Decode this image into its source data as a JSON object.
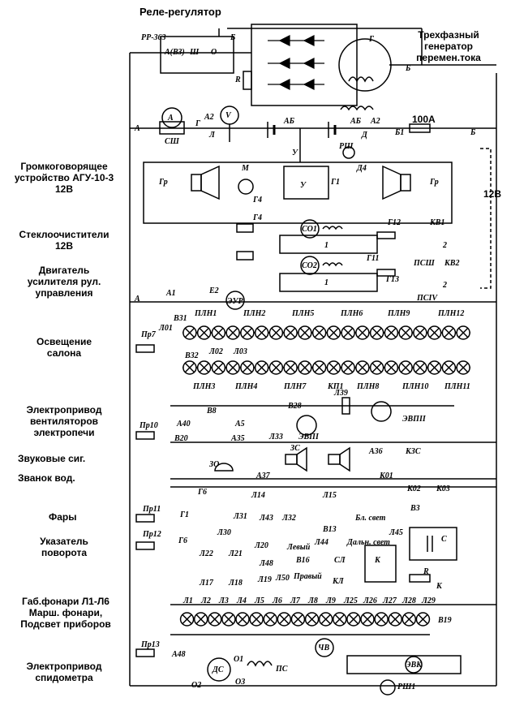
{
  "labels": {
    "rele_regulator": "Реле-регулятор",
    "generator": [
      "Трехфазный",
      "генератор",
      "перемен.тока"
    ],
    "agu": [
      "Громкоговорящее",
      "устройство АГУ-10-3",
      "12В"
    ],
    "wipers": [
      "Стеклоочистители",
      "12В"
    ],
    "steering": [
      "Двигатель",
      "усилителя рул.",
      "управления"
    ],
    "cabin_light": [
      "Освещение",
      "салона"
    ],
    "heater_fans": [
      "Электропривод",
      "вентиляторов",
      "электропечи"
    ],
    "horns": "Звуковые сиг.",
    "driver_bell": "Званок вод.",
    "headlights": "Фары",
    "turn_indicator": [
      "Указатель",
      "поворота"
    ],
    "marker_lights": [
      "Габ.фонари Л1-Л6",
      "Марш. фонари,",
      "Подсвет приборов"
    ],
    "speedo_drive": [
      "Электропривод",
      "спидометра"
    ],
    "volt_12": "12В",
    "fuse_100a": "100А"
  },
  "refs": {
    "rr": "РР-363",
    "a_vz": "А(ВЗ)",
    "sh": "Ш",
    "o": "О",
    "b": "Б",
    "g": "Г",
    "rp": "R",
    "a": "А",
    "a_meter": "А",
    "v_meter": "V",
    "sh_shunt": "СШ",
    "a2": "А2",
    "ab": "АБ",
    "d": "Д",
    "b1": "Б1",
    "y": "У",
    "rsh": "РШ",
    "d4": "Д4",
    "gr": "Гр",
    "m": "М",
    "g1": "Г1",
    "g4": "Г4",
    "co1": "СО1",
    "co2": "СО2",
    "g12": "Г12",
    "g11": "Г11",
    "g13": "Г13",
    "kv1": "КВ1",
    "kv2": "КВ2",
    "psch3": "ПСШ",
    "psch4": "ПСIV",
    "n1": "1",
    "n2": "2",
    "a1": "А1",
    "e2": "Е2",
    "eur": "ЭУР",
    "v31": "В31",
    "v32": "В32",
    "pr7": "Пр7",
    "l01": "Л01",
    "l02": "Л02",
    "l03": "Л03",
    "pln_top": [
      "ПЛН1",
      "ПЛН2",
      "ПЛН5",
      "ПЛН6",
      "ПЛН9",
      "ПЛН12"
    ],
    "pln_bot": [
      "ПЛН3",
      "ПЛН4",
      "ПЛН7",
      "КП1",
      "ПЛН8",
      "ПЛН10",
      "ПЛН11"
    ],
    "pr10": "Пр10",
    "v8": "В8",
    "v28": "В28",
    "l39": "Л39",
    "evp2": "ЭВПII",
    "a40": "А40",
    "a5": "А5",
    "v20": "В20",
    "a35": "А35",
    "l33": "Л33",
    "evp1": "ЭВПI",
    "zs": "ЗС",
    "a36": "А36",
    "kzs": "КЗС",
    "zo": "ЗО",
    "a37": "А37",
    "k01": "К01",
    "k02": "К02",
    "k03": "К03",
    "g6": "Г6",
    "l14": "Л14",
    "l15": "Л15",
    "pr11": "Пр11",
    "g1b": "Г1",
    "l31": "Л31",
    "l43": "Л43",
    "l32": "Л32",
    "bl_svet": "Бл. свет",
    "v3": "В3",
    "l30": "Л30",
    "v13": "В13",
    "l45": "Л45",
    "pr12": "Пр12",
    "g6b": "Г6",
    "l20": "Л20",
    "levyy": "Левый",
    "l44": "Л44",
    "daln_svet": "Дальн. свет",
    "l22": "Л22",
    "l21": "Л21",
    "l48": "Л48",
    "v16": "В16",
    "sl": "СЛ",
    "c": "С",
    "k": "К",
    "r": "R",
    "l17": "Л17",
    "l18": "Л18",
    "l19": "Л19",
    "l50": "Л50",
    "pravyy": "Правый",
    "kl": "КЛ",
    "l_row": [
      "Л1",
      "Л2",
      "Л3",
      "Л4",
      "Л5",
      "Л6",
      "Л7",
      "Л8",
      "Л9",
      "Л25",
      "Л26",
      "Л27",
      "Л28",
      "Л29"
    ],
    "v19": "В19",
    "pr13": "Пр13",
    "a48": "А48",
    "ds": "ДС",
    "o1": "О1",
    "o2": "О2",
    "o3": "О3",
    "ps": "ПС",
    "chv": "ЧВ",
    "evk": "ЭВК",
    "rsh1": "РШ1"
  }
}
